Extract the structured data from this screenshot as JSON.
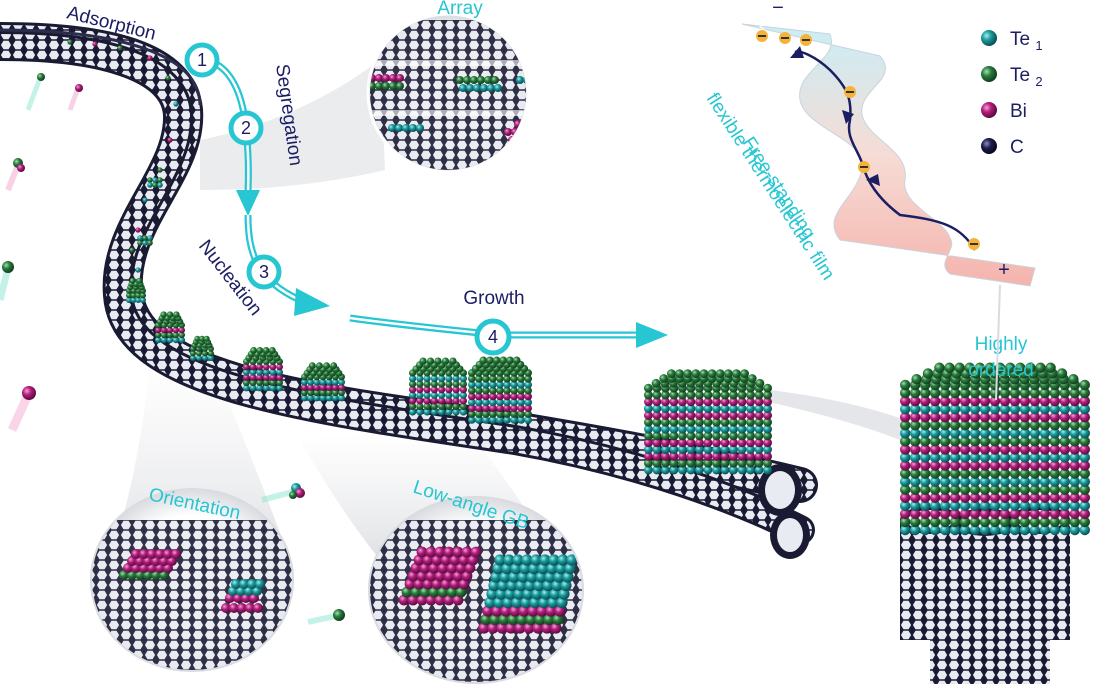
{
  "steps": {
    "adsorption": "Adsorption",
    "segregation": "Segregation",
    "nucleation": "Nucleation",
    "growth": "Growth",
    "numbers": [
      "1",
      "2",
      "3",
      "4"
    ]
  },
  "callouts": {
    "array": "Array",
    "orientation": "Orientation",
    "low_angle_gb": "Low-angle GB",
    "highly": "Highly",
    "ordered": "ordered"
  },
  "film": {
    "line1": "Free-standing",
    "line2": "flexible thermoelectric film",
    "minus": "−",
    "plus": "+"
  },
  "legend": {
    "items": [
      {
        "base": "Te",
        "sub": "1",
        "color": "#1a9a9c"
      },
      {
        "base": "Te",
        "sub": "2",
        "color": "#2a7a3e"
      },
      {
        "base": "Bi",
        "sub": "",
        "color": "#b21d7c"
      },
      {
        "base": "C",
        "sub": "",
        "color": "#1e1c4e"
      }
    ]
  },
  "colors": {
    "te1": "#1a9a9c",
    "te2": "#2a7a3e",
    "bi": "#b21d7c",
    "carbon": "#1e1c4e",
    "accent": "#26c6d2",
    "navy": "#1c1e63"
  }
}
